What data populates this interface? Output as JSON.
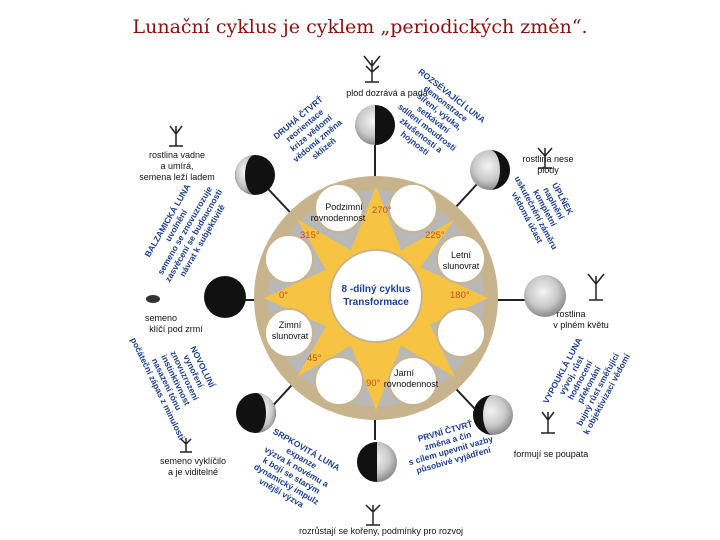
{
  "title": "Lunační cyklus je cyklem „periodických změn“.",
  "center": {
    "line1": "8 -dílný cyklus",
    "line2": "Transformace"
  },
  "degrees": [
    "270°",
    "225°",
    "180°",
    "90°",
    "45°",
    "0°",
    "315°"
  ],
  "inner_labels": {
    "podzimni": [
      "Podzimní",
      "rovnodennost"
    ],
    "letni": [
      "Letní",
      "slunovrat"
    ],
    "jarni": [
      "Jarní",
      "rovnodennost"
    ],
    "zimni": [
      "Zimní",
      "slunovrat"
    ]
  },
  "plant_labels": {
    "top": "plod dozrává a padá",
    "upper_right": [
      "rostlina nese",
      "plody"
    ],
    "right": [
      "rostlina",
      "v plném květu"
    ],
    "lower_right": "formují se poupata",
    "bottom": "rozrůstají se kořeny, podmínky pro rozvoj",
    "lower_left": [
      "semeno vyklíčilo",
      "a je viditelné"
    ],
    "left": [
      "semeno",
      "klíčí pod zrmí"
    ],
    "upper_left": [
      "rostlina vadne",
      "a umírá,",
      "semena leží ladem"
    ]
  },
  "phases": {
    "druha_ctvrt": [
      "DRUHÁ ČTVRŤ",
      "reorientace",
      "krize vědomí",
      "vědomá změna",
      "sklizeň"
    ],
    "rozsevajici": [
      "ROZSÉVAJÍCÍ LUNA",
      "demonstrace",
      "šíření, výuka,",
      "setkávání",
      "sdílení moudrosti",
      "zkušenosti a",
      "hojnosti"
    ],
    "uplnek": [
      "ÚPLŇEK",
      "naplnění",
      "kompletní",
      "uskutečnění záměru",
      "vědomá účast"
    ],
    "vypoukla": [
      "VYPOUKLÁ LUNA",
      "vývoj, růst",
      "hodnocení",
      "překonání",
      "bujný růst směřující",
      "k objektivizaci vědomí"
    ],
    "prvni_ctvrt": [
      "PRVNÍ ČTVRŤ",
      "změna a čin",
      "s cílem upevnit vazby",
      "působivé vyjádření"
    ],
    "srpkovita": [
      "SRPKOVITÁ LUNA",
      "expanze",
      "výzva k novému a",
      "k boji se starým",
      "dynamický impulz",
      "vnější výzva"
    ],
    "novoluni": [
      "NOVOLUNÍ",
      "vynoření",
      "znovuzrození",
      "instinktivnost",
      "nasazení tónu",
      "počáteční zápas z minulosti"
    ],
    "balzamicka": [
      "BALZAMICKÁ LUNA",
      "uvolnění",
      "semeno se znovuzrozuje",
      "zasvěcení se budoucnosti",
      "návrat k subjektivitě"
    ]
  },
  "icons": [
    "plant-icon",
    "seed-icon",
    "moon-icon"
  ],
  "colors": {
    "title": "#8b1010",
    "phase_text": "#1d3f8f",
    "degree_text": "#c9511b",
    "ring_tan": "#c8b48c",
    "star_yellow": "#f6c343",
    "ring_gray": "#b3b3b3"
  }
}
